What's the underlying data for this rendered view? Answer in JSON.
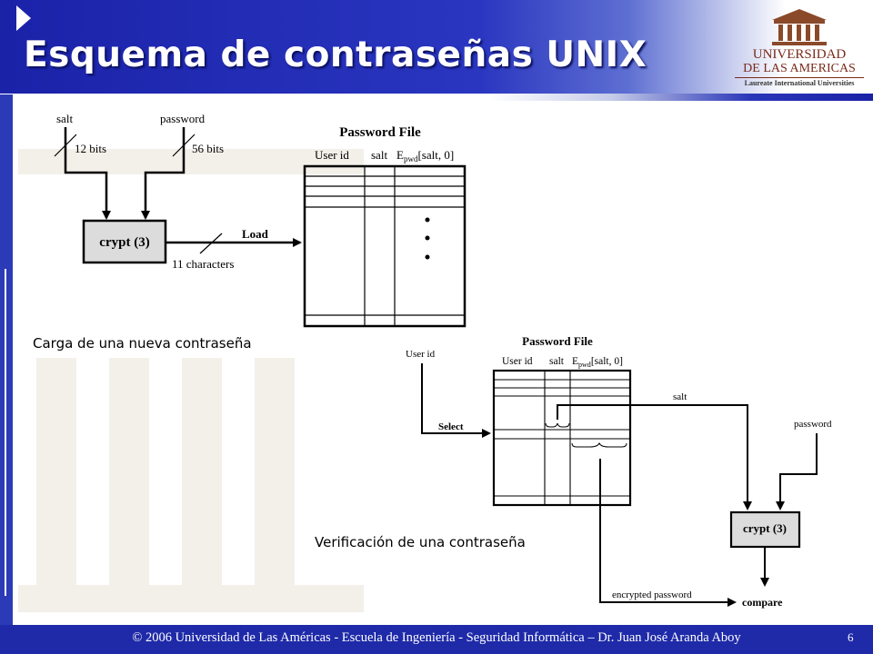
{
  "header": {
    "title": "Esquema de contraseñas UNIX"
  },
  "logo": {
    "line1": "UNIVERSIDAD",
    "line2": "DE LAS AMERICAS",
    "line3": "Laureate International Universities"
  },
  "diagram_load": {
    "salt_label": "salt",
    "password_label": "password",
    "salt_bits": "12 bits",
    "password_bits": "56 bits",
    "crypt_label": "crypt (3)",
    "load_label": "Load",
    "output_label": "11 characters",
    "file_title": "Password File",
    "col_userid": "User id",
    "col_salt": "salt",
    "col_epwd_prefix": "E",
    "col_epwd_sub": "pwd",
    "col_epwd_suffix": "[salt, 0]"
  },
  "diagram_verify": {
    "userid_label": "User id",
    "select_label": "Select",
    "file_title": "Password File",
    "col_userid": "User id",
    "col_salt": "salt",
    "col_epwd_prefix": "E",
    "col_epwd_sub": "pwd",
    "col_epwd_suffix": "[salt, 0]",
    "salt_label": "salt",
    "password_label": "password",
    "crypt_label": "crypt (3)",
    "encrypted_label": "encrypted password",
    "compare_label": "compare"
  },
  "captions": {
    "load": "Carga de una nueva contraseña",
    "verify": "Verificación de una contraseña"
  },
  "footer": {
    "text": "© 2006 Universidad de Las Américas  -  Escuela de Ingeniería  -  Seguridad Informática – Dr. Juan José Aranda Aboy",
    "page": "6"
  },
  "colors": {
    "header_blue": "#1a22a8",
    "footer_blue": "#1e2aa8",
    "logo_brown": "#7a2a1a",
    "crypt_box_fill": "#dcdcdc"
  }
}
